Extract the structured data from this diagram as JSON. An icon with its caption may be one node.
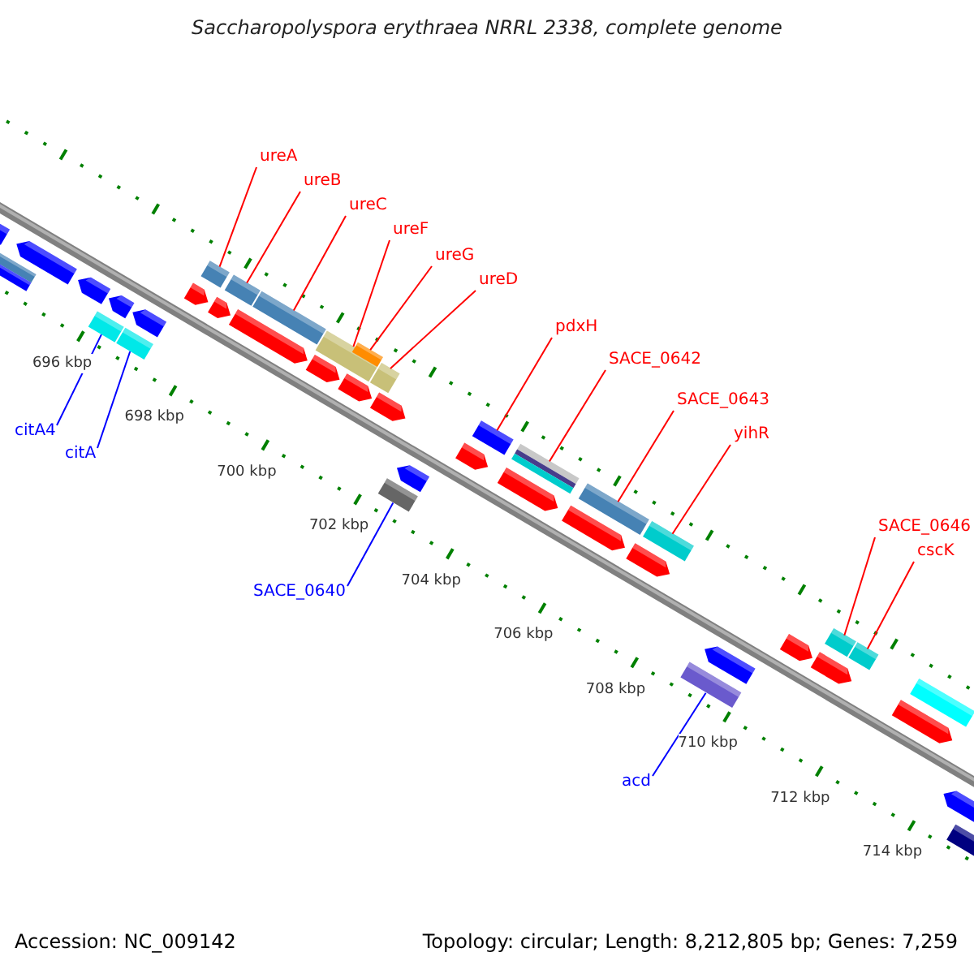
{
  "diagram": {
    "title": "Saccharopolyspora erythraea NRRL 2338, complete genome",
    "nodes": [
      {
        "text": [
          "ureA"
        ]
      },
      {
        "text": [
          "ureB"
        ]
      },
      {
        "text": [
          "ureC"
        ]
      },
      {
        "text": [
          "ureF"
        ]
      },
      {
        "text": [
          "ureG"
        ]
      },
      {
        "text": [
          "ureD"
        ]
      },
      {
        "text": [
          "citA4"
        ]
      },
      {
        "text": [
          "citA"
        ]
      },
      {
        "text": [
          "pdxH"
        ]
      },
      {
        "text": [
          "SACE_0642"
        ]
      },
      {
        "text": [
          "SACE_0643"
        ]
      },
      {
        "text": [
          "SACE_0640"
        ]
      },
      {
        "text": [
          "yihR"
        ]
      },
      {
        "text": [
          "SACE_0646"
        ]
      },
      {
        "text": [
          "cscK"
        ]
      },
      {
        "text": [
          "acd"
        ]
      },
      {
        "text": [],
        "shape": "bar"
      },
      {
        "text": [],
        "shape": "bar"
      },
      {
        "text": [],
        "shape": "bar"
      },
      {
        "text": [],
        "shape": "bar"
      },
      {
        "text": [],
        "shape": "bar"
      },
      {
        "text": [],
        "shape": "bar"
      },
      {
        "text": [],
        "shape": "bar"
      },
      {
        "text": [],
        "shape": "bar"
      },
      {
        "text": [],
        "shape": "bar"
      },
      {
        "text": [],
        "shape": "bar"
      },
      {
        "text": [],
        "shape": "bar"
      },
      {
        "text": [],
        "shape": "bar"
      },
      {
        "text": [],
        "shape": "bar"
      },
      {
        "text": [],
        "shape": "bar"
      },
      {
        "text": [],
        "shape": "bar"
      },
      {
        "text": [],
        "shape": "bar"
      },
      {
        "text": [],
        "shape": "bar"
      },
      {
        "text": [],
        "shape": "bar"
      },
      {
        "text": [],
        "shape": "bar"
      },
      {
        "text": [],
        "shape": "bar"
      },
      {
        "text": [],
        "shape": "bar"
      },
      {
        "text": [],
        "shape": "bar"
      },
      {
        "text": [],
        "shape": "bar"
      },
      {
        "text": [],
        "shape": "bar"
      },
      {
        "text": [],
        "shape": "bar"
      },
      {
        "text": [],
        "shape": "bar"
      },
      {
        "text": [],
        "shape": "bar"
      },
      {
        "text": [],
        "shape": "bar"
      },
      {
        "text": [],
        "shape": "bar"
      },
      {
        "text": [],
        "shape": "bar"
      },
      {
        "text": [],
        "shape": "bar"
      },
      {
        "text": [],
        "shape": "bar"
      },
      {
        "text": [],
        "shape": "bar"
      },
      {
        "text": [],
        "shape": "bar"
      },
      {
        "text": [],
        "shape": "bar"
      },
      {
        "text": [],
        "shape": "bar"
      },
      {
        "text": [],
        "shape": "bar"
      },
      {
        "text": [],
        "shape": "bar"
      },
      {
        "text": [],
        "shape": "bar"
      },
      {
        "text": [],
        "shape": "bar"
      },
      {
        "text": [],
        "shape": "bar"
      }
    ],
    "edges": [
      {
        "from": 0,
        "to": 16,
        "arrow": "none"
      },
      {
        "from": 1,
        "to": 17,
        "arrow": "none"
      },
      {
        "from": 2,
        "to": 18,
        "arrow": "none"
      },
      {
        "from": 3,
        "to": 19,
        "arrow": "none"
      },
      {
        "from": 4,
        "to": 20,
        "arrow": "none"
      },
      {
        "from": 5,
        "to": 21,
        "arrow": "none"
      },
      {
        "from": 6,
        "to": 22,
        "arrow": "none",
        "color": "#0000ff"
      },
      {
        "from": 7,
        "to": 23,
        "arrow": "none",
        "color": "#0000ff"
      },
      {
        "from": 8,
        "to": 24,
        "arrow": "none"
      },
      {
        "from": 9,
        "to": 25,
        "arrow": "none"
      },
      {
        "from": 10,
        "to": 26,
        "arrow": "none"
      },
      {
        "from": 11,
        "to": 27,
        "arrow": "none",
        "color": "#0000ff"
      },
      {
        "from": 12,
        "to": 28,
        "arrow": "none"
      },
      {
        "from": 13,
        "to": 29,
        "arrow": "none"
      },
      {
        "from": 14,
        "to": 30,
        "arrow": "none"
      },
      {
        "from": 15,
        "to": 31,
        "arrow": "none",
        "color": "#0000ff"
      }
    ],
    "labels": [
      "696 kbp",
      "698 kbp",
      "700 kbp",
      "702 kbp",
      "704 kbp",
      "706 kbp",
      "708 kbp",
      "710 kbp",
      "712 kbp",
      "714 kbp",
      "Accession: NC_009142",
      "Topology: circular; Length: 8,212,805 bp; Genes: 7,259"
    ]
  }
}
